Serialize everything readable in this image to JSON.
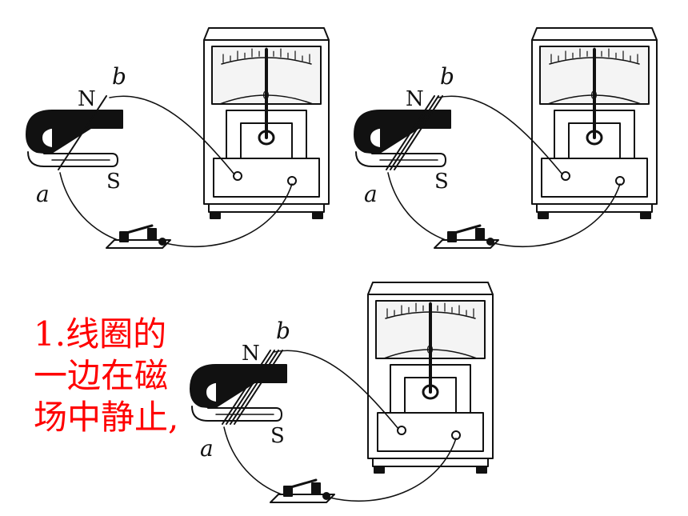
{
  "panels": [
    {
      "label_n": "N",
      "label_s": "S",
      "label_a": "a",
      "label_b": "b",
      "meter_zero": "0",
      "coil_turns": 1,
      "needle": "center"
    },
    {
      "label_n": "N",
      "label_s": "S",
      "label_a": "a",
      "label_b": "b",
      "meter_zero": "0",
      "coil_turns": 3,
      "needle": "center"
    },
    {
      "label_n": "N",
      "label_s": "S",
      "label_a": "a",
      "label_b": "b",
      "meter_zero": "0",
      "coil_turns": 4,
      "needle": "center"
    }
  ],
  "caption": {
    "line1": "1.线圈的",
    "line2": "一边在磁",
    "line3": "场中静止,"
  },
  "colors": {
    "caption": "#ff0000",
    "ink": "#111111"
  }
}
